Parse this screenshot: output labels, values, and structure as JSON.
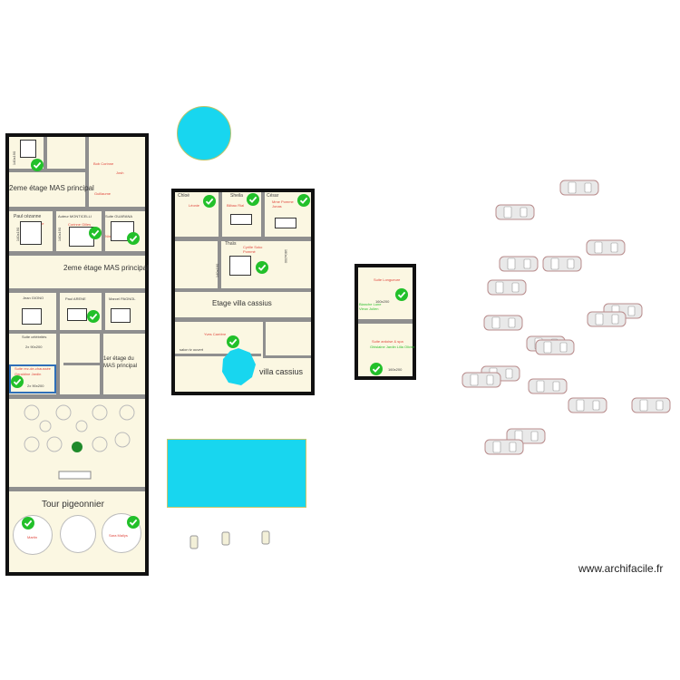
{
  "main_building": {
    "second_floor_top": "2eme étage MAS principal",
    "second_floor_mid": "2eme étage MAS principal",
    "first_floor": "1er étage du MAS principal",
    "rooms": {
      "paul_cezanne": "Paul cézanne",
      "auteur_monticelli": "Auteur MONTICELLI",
      "suite_guarana": "Suite GUARANA",
      "jean_giono": "Jean GIONO",
      "paul_arene": "Paul ARENE",
      "marcel_pagnol": "Marcel PAGNOL",
      "suite_celebritiés": "Suite célébrités",
      "suite_rdc": "Suite rez-de-chaussée"
    },
    "tower": "Tour pigeonnier",
    "guests": {
      "room1": "Bob   Corinne",
      "room1b": "Josh",
      "room1c": "Guillaume",
      "cezanne": "Régis Eloïse",
      "monticelli": "Corinne Gilles",
      "guarana": "Nino Sarah Fanny",
      "suite_rdc": "Geraldine Jardin"
    },
    "bed_labels": {
      "b1": "140x190",
      "b2": "140x190",
      "b3": "2x 90x200",
      "b4": "2x 90x200",
      "b5": "140x190"
    },
    "tower_guests": {
      "left": "Martin",
      "right": "Sara Mailys"
    }
  },
  "villa": {
    "floor_label": "Etage villa cassius",
    "ground_label": "villa cassius",
    "rooms": {
      "chloe": "Chloé",
      "sheila": "Sheila",
      "cesar": "César",
      "thais": "Thaïs"
    },
    "guests": {
      "chloe": "Léonie",
      "sheila": "Bilbao Rial",
      "cesar": "Mme Pomme Jonas",
      "thais": "Cyrille Soko Pommé",
      "ground": "Yves Carrière"
    },
    "bed_labels": {
      "b1": "140x190",
      "b2": "160x200"
    },
    "small_text": "salon tv ouvert"
  },
  "annex": {
    "rooms": {
      "top": "Suite Longueure",
      "bottom": "Suite ardoise & spa"
    },
    "guests": {
      "top": "Blanche Lune Vieux Julien",
      "bottom": "Ghislaine Jardin Lilla Olivier"
    },
    "bed_labels": {
      "top": "160x200",
      "bottom": "160x200"
    }
  },
  "watermark": "www.archifacile.fr",
  "colors": {
    "pool": "#18d6ef",
    "wall": "#8f8f8f",
    "floor": "#fbf7e2",
    "check": "#22c02a",
    "guest_text": "#e0483f",
    "green_text": "#2fbf2f"
  }
}
